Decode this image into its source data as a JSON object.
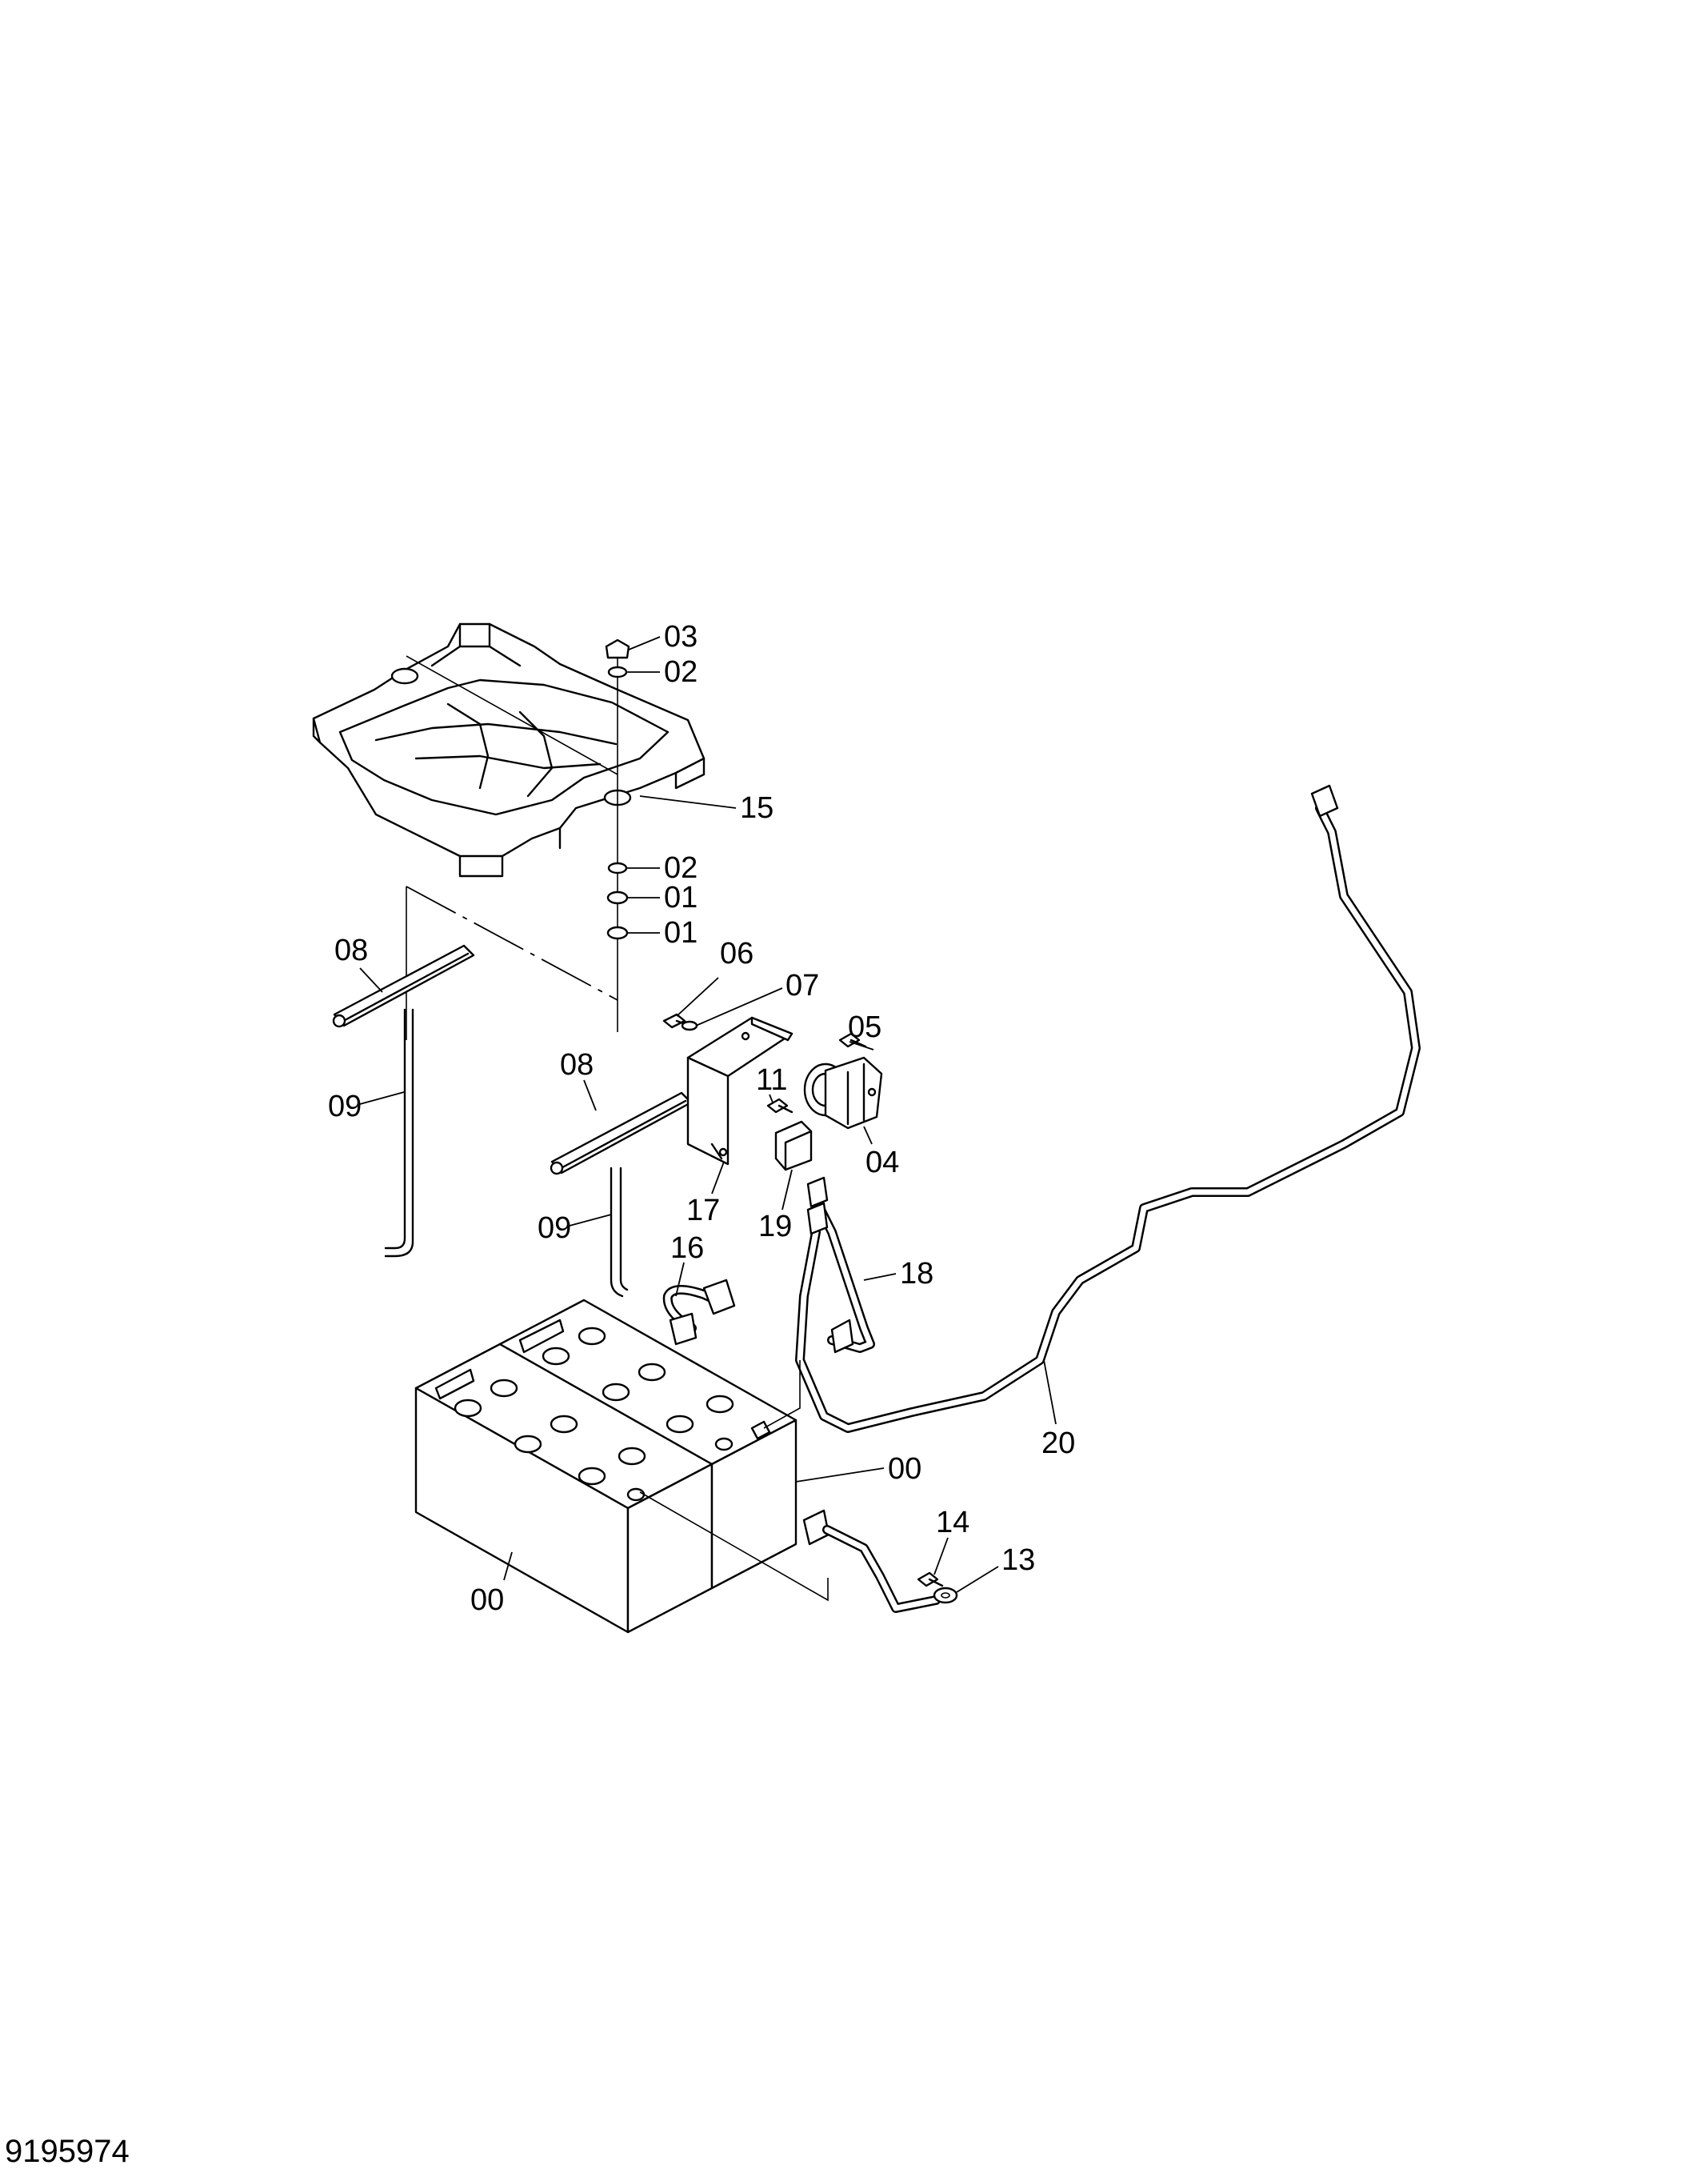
{
  "document_number": "9195974",
  "callouts": {
    "c03": "03",
    "c02a": "02",
    "c15": "15",
    "c02b": "02",
    "c01a": "01",
    "c01b": "01",
    "c06": "06",
    "c07": "07",
    "c08a": "08",
    "c08b": "08",
    "c09a": "09",
    "c09b": "09",
    "c05": "05",
    "c11": "11",
    "c04": "04",
    "c17": "17",
    "c19": "19",
    "c16": "16",
    "c18": "18",
    "c20": "20",
    "c00a": "00",
    "c00b": "00",
    "c14": "14",
    "c13": "13"
  }
}
